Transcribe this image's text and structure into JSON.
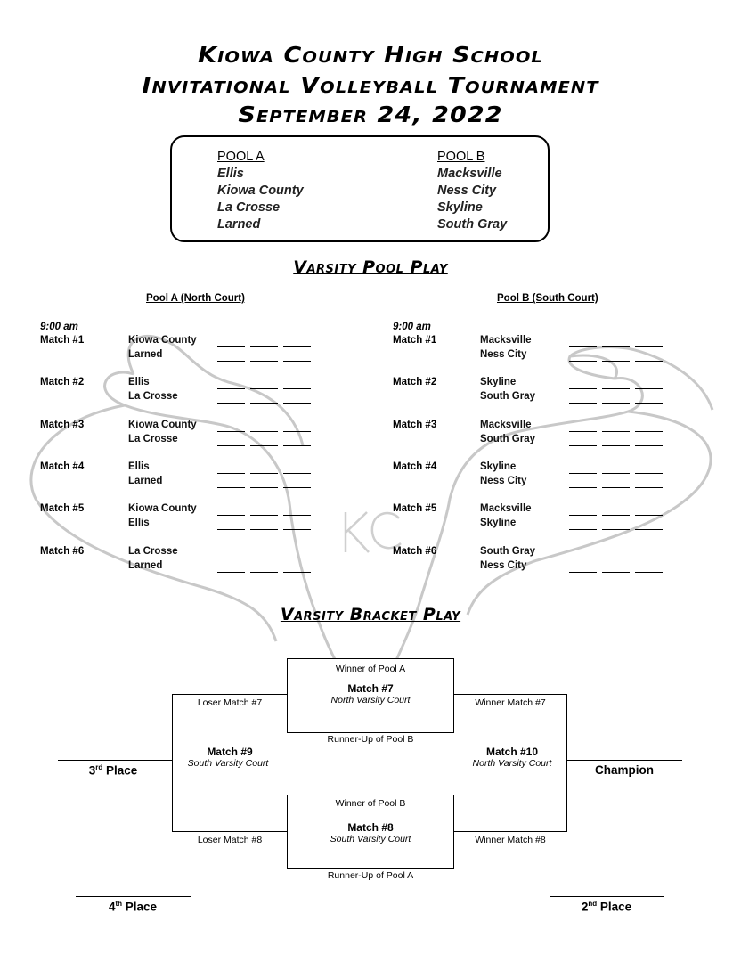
{
  "header": {
    "line1": "Kiowa County High School",
    "line2": "Invitational Volleyball Tournament",
    "line3": "September 24, 2022"
  },
  "pools": {
    "a": {
      "title": "POOL A",
      "teams": [
        "Ellis",
        "Kiowa County",
        "La Crosse",
        "Larned"
      ]
    },
    "b": {
      "title": "POOL B",
      "teams": [
        "Macksville",
        "Ness City",
        "Skyline",
        "South Gray"
      ]
    }
  },
  "pool_play": {
    "title": "Varsity Pool Play",
    "left": {
      "court": "Pool A (North Court)",
      "time": "9:00 am",
      "matches": [
        {
          "label": "Match #1",
          "team1": "Kiowa County",
          "team2": "Larned"
        },
        {
          "label": "Match #2",
          "team1": "Ellis",
          "team2": "La Crosse"
        },
        {
          "label": "Match #3",
          "team1": "Kiowa County",
          "team2": "La Crosse"
        },
        {
          "label": "Match #4",
          "team1": "Ellis",
          "team2": "Larned"
        },
        {
          "label": "Match #5",
          "team1": "Kiowa County",
          "team2": "Ellis"
        },
        {
          "label": "Match #6",
          "team1": "La Crosse",
          "team2": "Larned"
        }
      ]
    },
    "right": {
      "court": "Pool B (South Court)",
      "time": "9:00 am",
      "matches": [
        {
          "label": "Match #1",
          "team1": "Macksville",
          "team2": "Ness City"
        },
        {
          "label": "Match #2",
          "team1": "Skyline",
          "team2": "South Gray"
        },
        {
          "label": "Match #3",
          "team1": "Macksville",
          "team2": "South Gray"
        },
        {
          "label": "Match #4",
          "team1": "Skyline",
          "team2": "Ness City"
        },
        {
          "label": "Match #5",
          "team1": "Macksville",
          "team2": "Skyline"
        },
        {
          "label": "Match #6",
          "team1": "South Gray",
          "team2": "Ness City"
        }
      ]
    }
  },
  "bracket": {
    "title": "Varsity Bracket Play",
    "match7": {
      "top": "Winner of Pool A",
      "name": "Match #7",
      "court": "North Varsity Court",
      "bottom": "Runner-Up of Pool B"
    },
    "match8": {
      "top": "Winner of Pool B",
      "name": "Match #8",
      "court": "South Varsity Court",
      "bottom": "Runner-Up of Pool A"
    },
    "match9": {
      "name": "Match #9",
      "court": "South Varsity Court"
    },
    "match10": {
      "name": "Match #10",
      "court": "North Varsity Court"
    },
    "loser7": "Loser Match #7",
    "loser8": "Loser Match #8",
    "winner7": "Winner Match #7",
    "winner8": "Winner Match #8",
    "third": {
      "num": "3",
      "sup": "rd",
      "text": " Place"
    },
    "fourth": {
      "num": "4",
      "sup": "th",
      "text": " Place"
    },
    "second": {
      "num": "2",
      "sup": "nd",
      "text": " Place"
    },
    "champion": "Champion"
  },
  "watermark": {
    "text": "KC"
  }
}
